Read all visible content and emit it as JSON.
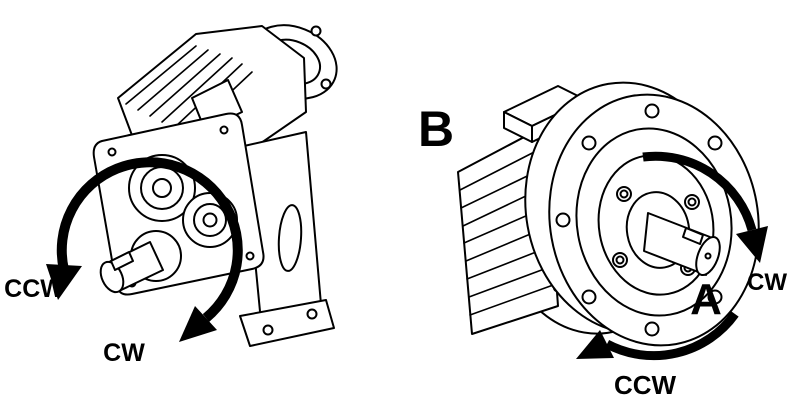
{
  "diagram": {
    "background": "#ffffff",
    "line_color": "#000000",
    "arrow_color": "#000000",
    "units": {
      "left": {
        "name": "parallel-shaft-gear-unit",
        "labels": {
          "ccw": "CCW",
          "cw": "CW"
        }
      },
      "right": {
        "name": "flange-mounted-gear-unit",
        "labels": {
          "b": "B",
          "a": "A",
          "cw": "CW",
          "ccw": "CCW"
        }
      }
    }
  }
}
